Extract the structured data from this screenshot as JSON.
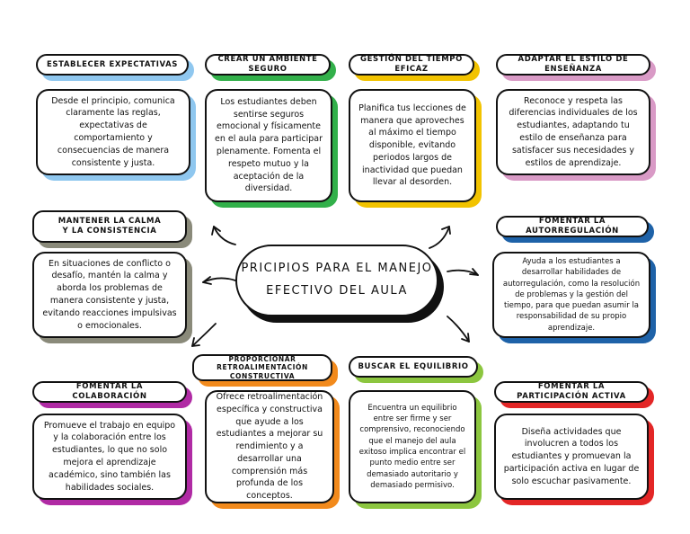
{
  "center": {
    "line1": "PRICIPIOS PARA EL MANEJO",
    "line2": "EFECTIVO DEL AULA"
  },
  "nodes": {
    "establecer": {
      "title": "ESTABLECER EXPECTATIVAS",
      "text": "Desde el principio, comunica claramente las reglas, expectativas de comportamiento y consecuencias de manera consistente y justa.",
      "color": "#8fc7ef"
    },
    "ambiente": {
      "title": "CREAR UN AMBIENTE SEGURO",
      "text": "Los estudiantes deben sentirse seguros emocional y físicamente en el aula para participar plenamente. Fomenta el respeto mutuo y la aceptación de la diversidad.",
      "color": "#32b04a"
    },
    "tiempo": {
      "title": "GESTIÓN DEL TIEMPO EFICAZ",
      "text": "Planifica tus lecciones de manera que aproveches al máximo el tiempo disponible, evitando periodos largos de inactividad que puedan llevar al desorden.",
      "color": "#f2c300"
    },
    "adaptar": {
      "title": "ADAPTAR EL ESTILO DE ENSEÑANZA",
      "text": "Reconoce y respeta las diferencias individuales de los estudiantes, adaptando tu estilo de enseñanza para satisfacer sus necesidades y estilos de aprendizaje.",
      "color": "#d99ac6"
    },
    "calma": {
      "title_line1": "MANTENER LA CALMA",
      "title_line2": "Y LA CONSISTENCIA",
      "text": "En situaciones de conflicto o desafío, mantén la calma y aborda los problemas de manera consistente y justa, evitando reacciones impulsivas o emocionales.",
      "color": "#8a8a7a"
    },
    "autorregulacion": {
      "title": "FOMENTAR LA AUTORREGULACIÓN",
      "text": "Ayuda a los estudiantes a desarrollar habilidades de autorregulación, como la resolución de problemas y la gestión del tiempo, para que puedan asumir la responsabilidad de su propio aprendizaje.",
      "color": "#1e62a8"
    },
    "retro": {
      "title_line1": "PROPORCIONAR RETROALIMENTACIÓN",
      "title_line2": "CONSTRUCTIVA",
      "text": "Ofrece retroalimentación específica y constructiva que ayude a los estudiantes a mejorar su rendimiento y a desarrollar una comprensión más profunda de los conceptos.",
      "color": "#f28a1c"
    },
    "colaboracion": {
      "title": "FOMENTAR LA COLABORACIÓN",
      "text": "Promueve el trabajo en equipo y la colaboración entre los estudiantes, lo que no solo mejora el aprendizaje académico, sino también las habilidades sociales.",
      "color": "#b02aa4"
    },
    "equilibrio": {
      "title": "BUSCAR EL EQUILIBRIO",
      "text": "Encuentra un equilibrio entre ser firme y ser comprensivo, reconociendo que el manejo del aula exitoso implica encontrar el punto medio entre ser demasiado autoritario y demasiado permisivo.",
      "color": "#8cc63f"
    },
    "participacion": {
      "title": "FOMENTAR LA PARTICIPACIÓN ACTIVA",
      "text": "Diseña actividades que involucren a todos los estudiantes y promuevan la participación activa en lugar de solo escuchar pasivamente.",
      "color": "#e32626"
    }
  }
}
